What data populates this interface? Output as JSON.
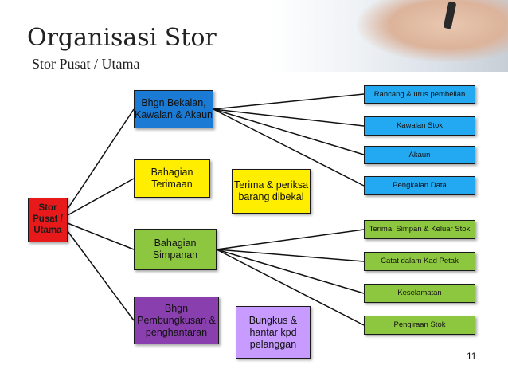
{
  "slide": {
    "title": "Organisasi  Stor",
    "subtitle": "Stor Pusat / Utama",
    "page_number": "11"
  },
  "root": {
    "label": "Stor\nPusat /\nUtama"
  },
  "departments": {
    "bekalan": "Bhgn Bekalan,\nKawalan & Akaun",
    "terimaan": "Bahagian\nTerimaan",
    "simpanan": "Bahagian\nSimpanan",
    "pembungkusan": "Bhgn\nPembungkusan &\npenghantaran"
  },
  "processes": {
    "terima_periksa": "Terima & periksa\nbarang dibekal",
    "bungkus_hantar": "Bungkus &\nhantar kpd\npelanggan"
  },
  "leaves": [
    "Rancang & urus pembelian",
    "Kawalan Stok",
    "Akaun",
    "Pengkalan Data",
    "Terima, Simpan & Keluar Stok",
    "Catat dalam Kad Petak",
    "Keselamatan",
    "Pengiraan Stok"
  ],
  "colors": {
    "root": "#e8191b",
    "bekalan": "#1b7bd4",
    "terimaan": "#ffee00",
    "simpanan": "#8dc63f",
    "pembungkusan": "#8a3fae",
    "bungkus": "#c79bff",
    "leaf_blue": "#23a9f2",
    "leaf_green": "#8dc63f"
  }
}
